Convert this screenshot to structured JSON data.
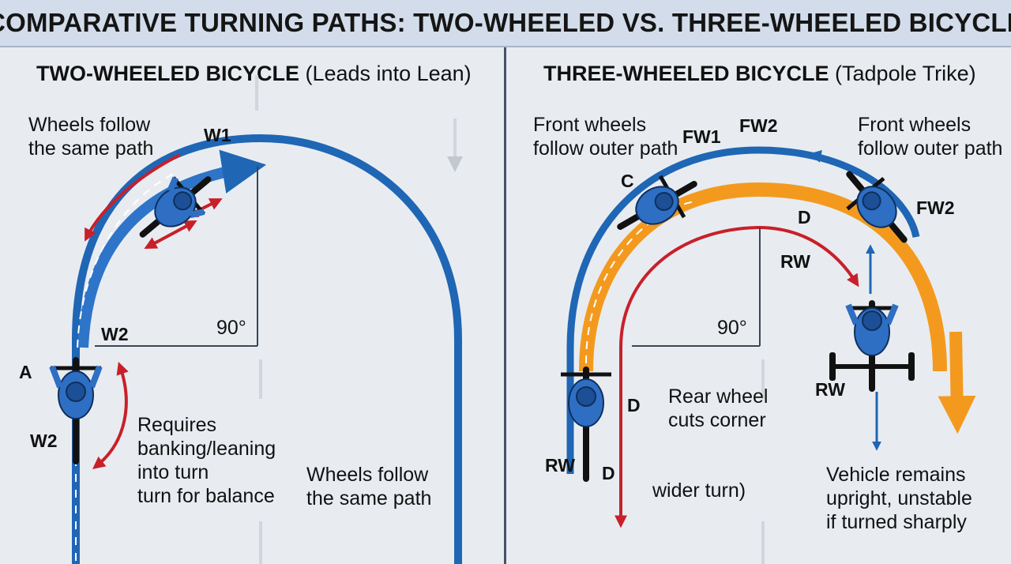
{
  "title": "COMPARATIVE TURNING PATHS: TWO-WHEELED VS. THREE-WHEELED BICYCLE",
  "left": {
    "heading_bold": "TWO-WHEELED BICYCLE",
    "heading_rest": "(Leads into Lean)",
    "note_same_path_top": [
      "Wheels follow",
      "the same path"
    ],
    "note_banking": [
      "Requires",
      "banking/leaning",
      "into turn",
      "turn for balance"
    ],
    "note_same_path_bottom": [
      "Wheels follow",
      "the same path"
    ],
    "tag_w1": "W1",
    "tag_w2_mid": "W2",
    "tag_a": "A",
    "tag_w2_low": "W2",
    "angle": "90°"
  },
  "right": {
    "heading_bold": "THREE-WHEELED BICYCLE",
    "heading_rest": "(Tadpole Trike)",
    "note_front_left": [
      "Front wheels",
      "follow outer path"
    ],
    "note_front_right": [
      "Front wheels",
      "follow outer path"
    ],
    "note_rear_cut": [
      "Rear wheel",
      "cuts corner"
    ],
    "note_wider": "wider turn)",
    "note_upright": [
      "Vehicle remains",
      "upright, unstable",
      "if turned sharply"
    ],
    "tag_fw1": "FW1",
    "tag_fw2_top": "FW2",
    "tag_fw2_right": "FW2",
    "tag_c": "C",
    "tag_d_top": "D",
    "tag_rw_top": "RW",
    "tag_d_mid": "D",
    "tag_rw_bottom": "RW",
    "tag_d_bottom": "D",
    "tag_rw_right": "RW",
    "angle": "90°"
  },
  "colors": {
    "path_blue": "#1f66b5",
    "path_orange": "#f39a1e",
    "arrow_red": "#c8202a",
    "rider_blue": "#2e6fc4"
  },
  "icons": [
    "cyclist-top-view-icon",
    "tadpole-trike-top-view-icon",
    "direction-arrow-icon"
  ]
}
